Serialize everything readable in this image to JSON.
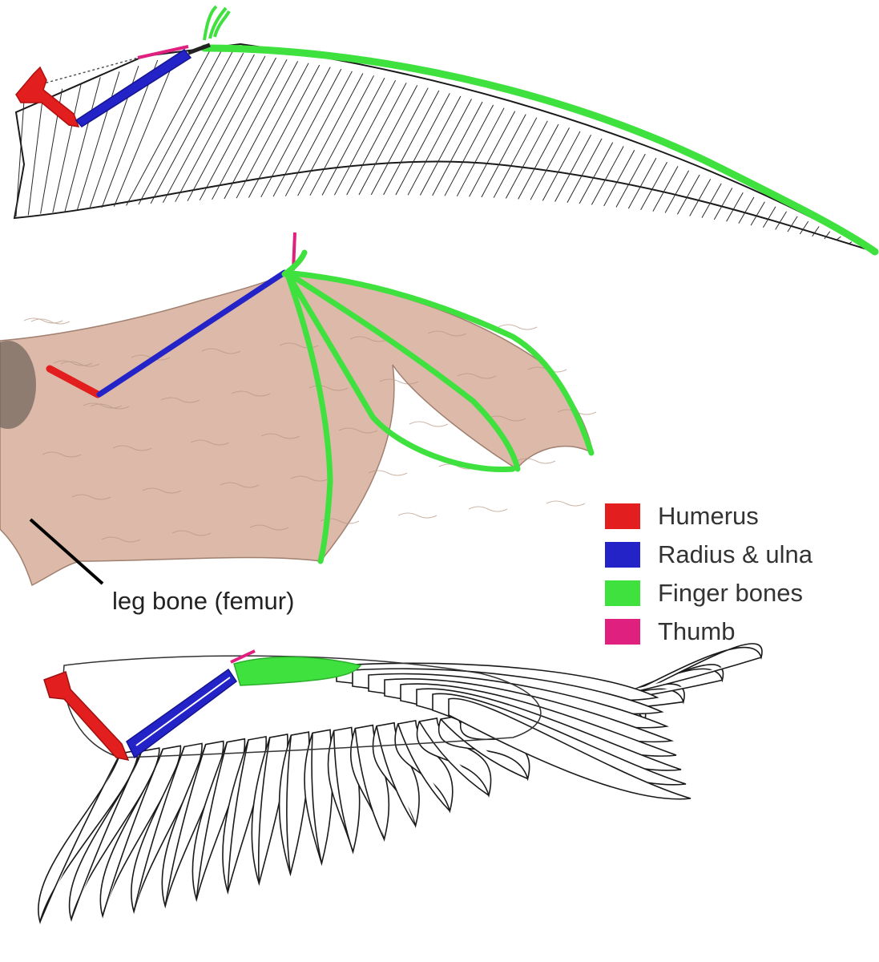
{
  "colors": {
    "humerus": "#e31e1e",
    "radius_ulna": "#2323c8",
    "finger_bones": "#3ee13e",
    "thumb": "#e0207f",
    "bat_membrane": "#dcb9a8",
    "outline": "#1a1a1a"
  },
  "legend": {
    "items": [
      {
        "key": "humerus",
        "label": "Humerus",
        "color": "#e31e1e"
      },
      {
        "key": "radius_ulna",
        "label": "Radius & ulna",
        "color": "#2323c8"
      },
      {
        "key": "finger_bones",
        "label": "Finger bones",
        "color": "#3ee13e"
      },
      {
        "key": "thumb",
        "label": "Thumb",
        "color": "#e0207f"
      }
    ]
  },
  "annotations": {
    "femur_label": "leg bone (femur)"
  },
  "panels": [
    {
      "id": "pterosaur-wing"
    },
    {
      "id": "bat-wing"
    },
    {
      "id": "bird-wing"
    }
  ]
}
